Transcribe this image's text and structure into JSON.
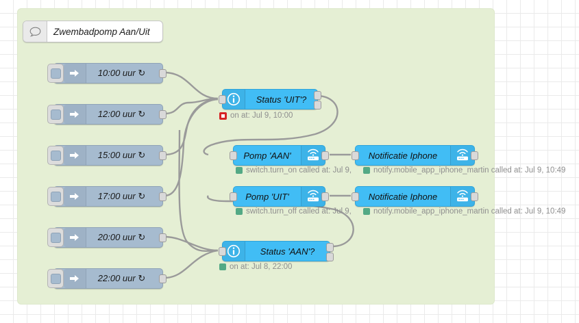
{
  "editor": {
    "background": "#ffffff",
    "grid_color": "#eaeaea",
    "group_color": "#e5efd4"
  },
  "group": {
    "comment_node": {
      "label": "Zwembadpomp Aan/Uit",
      "icon": "comment-icon"
    }
  },
  "inject_nodes": [
    {
      "label": "10:00 uur",
      "repeat": "↻",
      "icon": "inject-arrow-icon"
    },
    {
      "label": "12:00 uur",
      "repeat": "↻",
      "icon": "inject-arrow-icon"
    },
    {
      "label": "15:00 uur",
      "repeat": "↻",
      "icon": "inject-arrow-icon"
    },
    {
      "label": "17:00 uur",
      "repeat": "↻",
      "icon": "inject-arrow-icon"
    },
    {
      "label": "20:00 uur",
      "repeat": "↻",
      "icon": "inject-arrow-icon"
    },
    {
      "label": "22:00 uur",
      "repeat": "↻",
      "icon": "inject-arrow-icon"
    }
  ],
  "state_nodes": [
    {
      "label": "Status 'UIT'?",
      "icon": "info-circle-icon",
      "status": {
        "text": "on at: Jul 9, 10:00",
        "dot": "red-square-outline",
        "color": "#d62424"
      }
    },
    {
      "label": "Status 'AAN'?",
      "icon": "info-circle-icon",
      "status": {
        "text": "on at: Jul 8, 22:00",
        "dot": "green-square",
        "color": "#53a985"
      }
    }
  ],
  "service_nodes": [
    {
      "label": "Pomp 'AAN'",
      "icon": "router-icon",
      "status": {
        "text": "switch.turn_on called at: Jul 9,",
        "dot": "green-square",
        "color": "#53a985"
      }
    },
    {
      "label": "Notificatie Iphone",
      "icon": "router-icon",
      "status": {
        "text": "notify.mobile_app_iphone_martin called at: Jul 9, 10:49",
        "dot": "green-square",
        "color": "#53a985"
      }
    },
    {
      "label": "Pomp 'UIT'",
      "icon": "router-icon",
      "status": {
        "text": "switch.turn_off called at: Jul 9,",
        "dot": "green-square",
        "color": "#53a985"
      }
    },
    {
      "label": "Notificatie Iphone",
      "icon": "router-icon",
      "status": {
        "text": "notify.mobile_app_iphone_martin called at: Jul 9, 10:49",
        "dot": "green-square",
        "color": "#53a985"
      }
    }
  ]
}
